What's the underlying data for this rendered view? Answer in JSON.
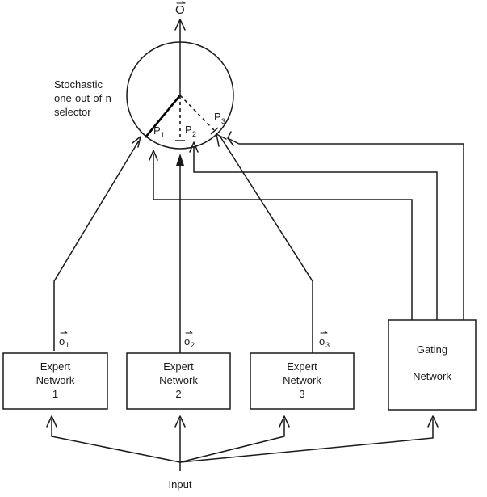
{
  "output_label": {
    "symbol": "O"
  },
  "selector": {
    "lines": [
      "Stochastic",
      "one-out-of-n",
      "selector"
    ]
  },
  "probabilities": [
    {
      "symbol": "P",
      "sub": "1"
    },
    {
      "symbol": "P",
      "sub": "2"
    },
    {
      "symbol": "P",
      "sub": "3"
    }
  ],
  "expert_outputs": [
    {
      "symbol": "o",
      "sub": "1"
    },
    {
      "symbol": "o",
      "sub": "2"
    },
    {
      "symbol": "o",
      "sub": "3"
    }
  ],
  "experts": [
    {
      "line1": "Expert",
      "line2": "Network",
      "number": "1"
    },
    {
      "line1": "Expert",
      "line2": "Network",
      "number": "2"
    },
    {
      "line1": "Expert",
      "line2": "Network",
      "number": "3"
    }
  ],
  "gating": {
    "line1": "Gating",
    "line2": "Network"
  },
  "input_label": "Input"
}
